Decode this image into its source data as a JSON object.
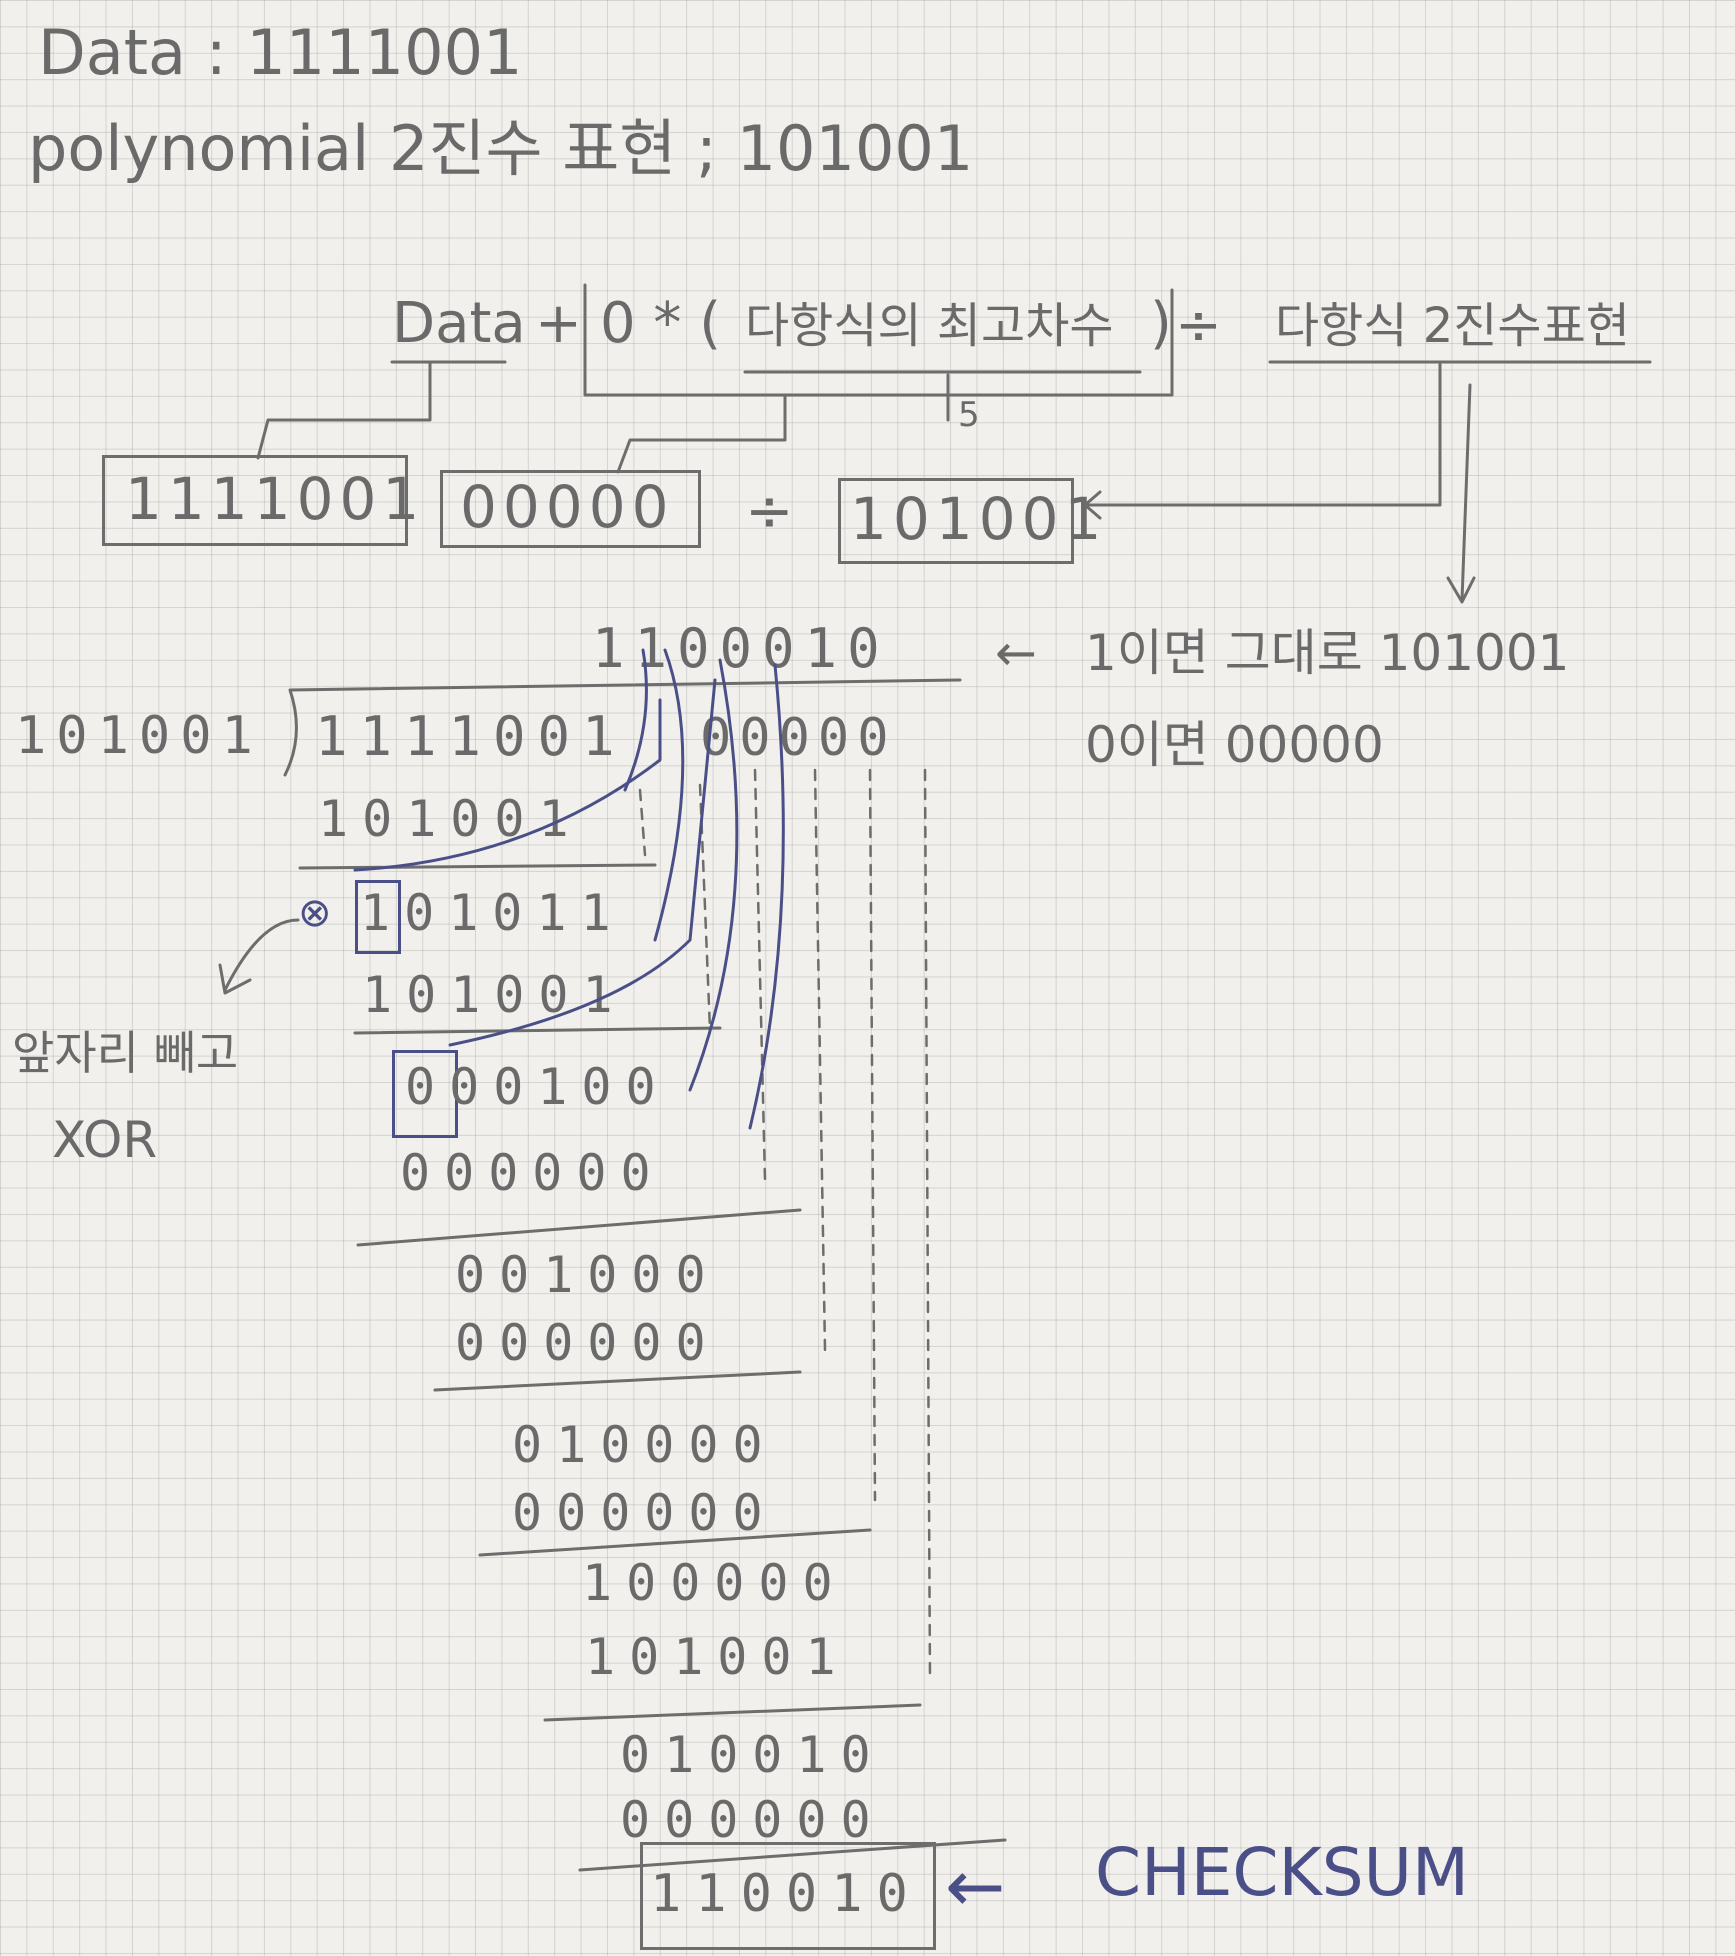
{
  "header": {
    "data_line": "Data : 1111001",
    "polynomial_line": "polynomial 2진수 표현 ; 101001"
  },
  "formula": {
    "data": "Data",
    "plus": "+",
    "zeros_expr": "0 * (",
    "degree_text": "다항식의 최고차수",
    "close": ")",
    "divide": "÷",
    "divisor_text": "다항식 2진수표현",
    "degree_value": "5"
  },
  "boxes": {
    "data_bits": "1111001",
    "zero_bits": "00000",
    "divide_sign": "÷",
    "divisor_bits": "101001"
  },
  "quotient": {
    "bits": "1100010",
    "note_arrow": "←",
    "note_one": "1이면 그대로 101001",
    "note_zero": "0이면 00000"
  },
  "division": {
    "divisor": "101001",
    "dividend": "1111001",
    "dividend_zeros": "00000",
    "steps": [
      "101001",
      "101011",
      "101001",
      "000100",
      "000000",
      "001000",
      "000000",
      "010000",
      "000000",
      "100000",
      "101001",
      "010010",
      "000000"
    ],
    "first_bit_mark": "⊗",
    "boxed_bit_1": "1",
    "boxed_bit_2": "0",
    "result": "110010"
  },
  "side_note": {
    "line1": "앞자리 빼고",
    "line2": "XOR"
  },
  "checksum": {
    "arrow": "←",
    "label": "CHECKSUM"
  },
  "colors": {
    "pencil": "#6d6d6d",
    "pen": "#4b4f88",
    "paper": "#f1f0ec",
    "grid": "#c9c9c9"
  }
}
